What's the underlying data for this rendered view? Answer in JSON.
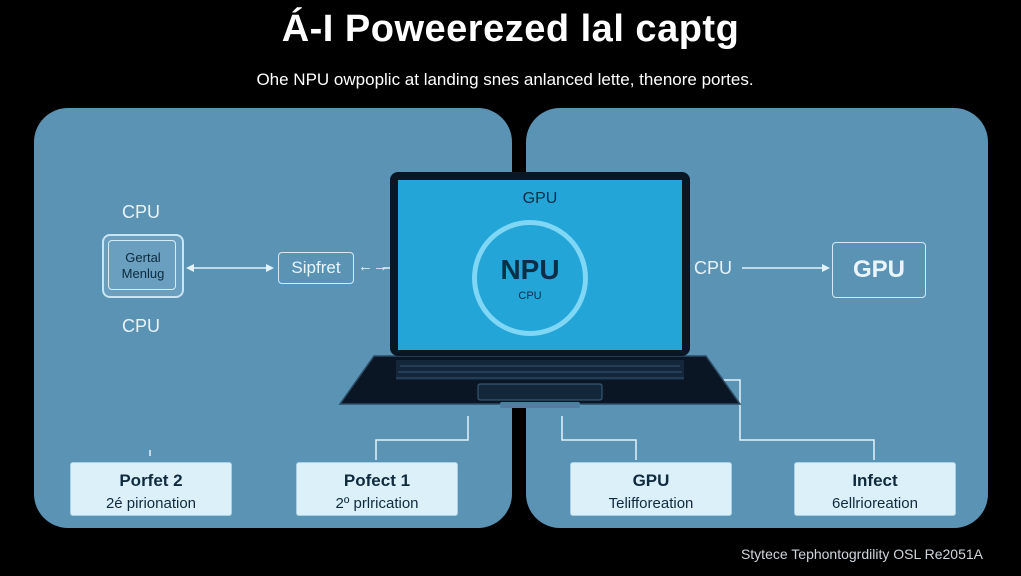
{
  "title": "Á-I Poweerezed lal captg",
  "subtitle": "Ohe NPU owpoplic at landing snes anlanced lette, thenore portes.",
  "left_panel": {
    "cpu_top": "CPU",
    "chip_line1": "Gertal",
    "chip_line2": "Menlug",
    "cpu_bottom": "CPU",
    "sipfret": "Sipfret",
    "arrow_glyph": "←→"
  },
  "laptop": {
    "gpu_label": "GPU",
    "npu_label": "NPU",
    "npu_sub": "CPU"
  },
  "right_panel": {
    "cpu_label": "CPU",
    "gpu_box": "GPU"
  },
  "bottom_boxes": [
    {
      "title": "Porfet 2",
      "sub": "2é pirionation"
    },
    {
      "title": "Pofect 1",
      "sub": "2º prlrication"
    },
    {
      "title": "GPU",
      "sub": "Telifforeation"
    },
    {
      "title": "Infect",
      "sub": "6ellrioreation"
    }
  ],
  "credit": "Stytece Tephontogrdility OSL Re2051A",
  "colors": {
    "background": "#000000",
    "panel": "#5b93b5",
    "screen": "#23a5d8",
    "ring": "#7fd6f5",
    "bottom_box": "#dcf0fa"
  }
}
